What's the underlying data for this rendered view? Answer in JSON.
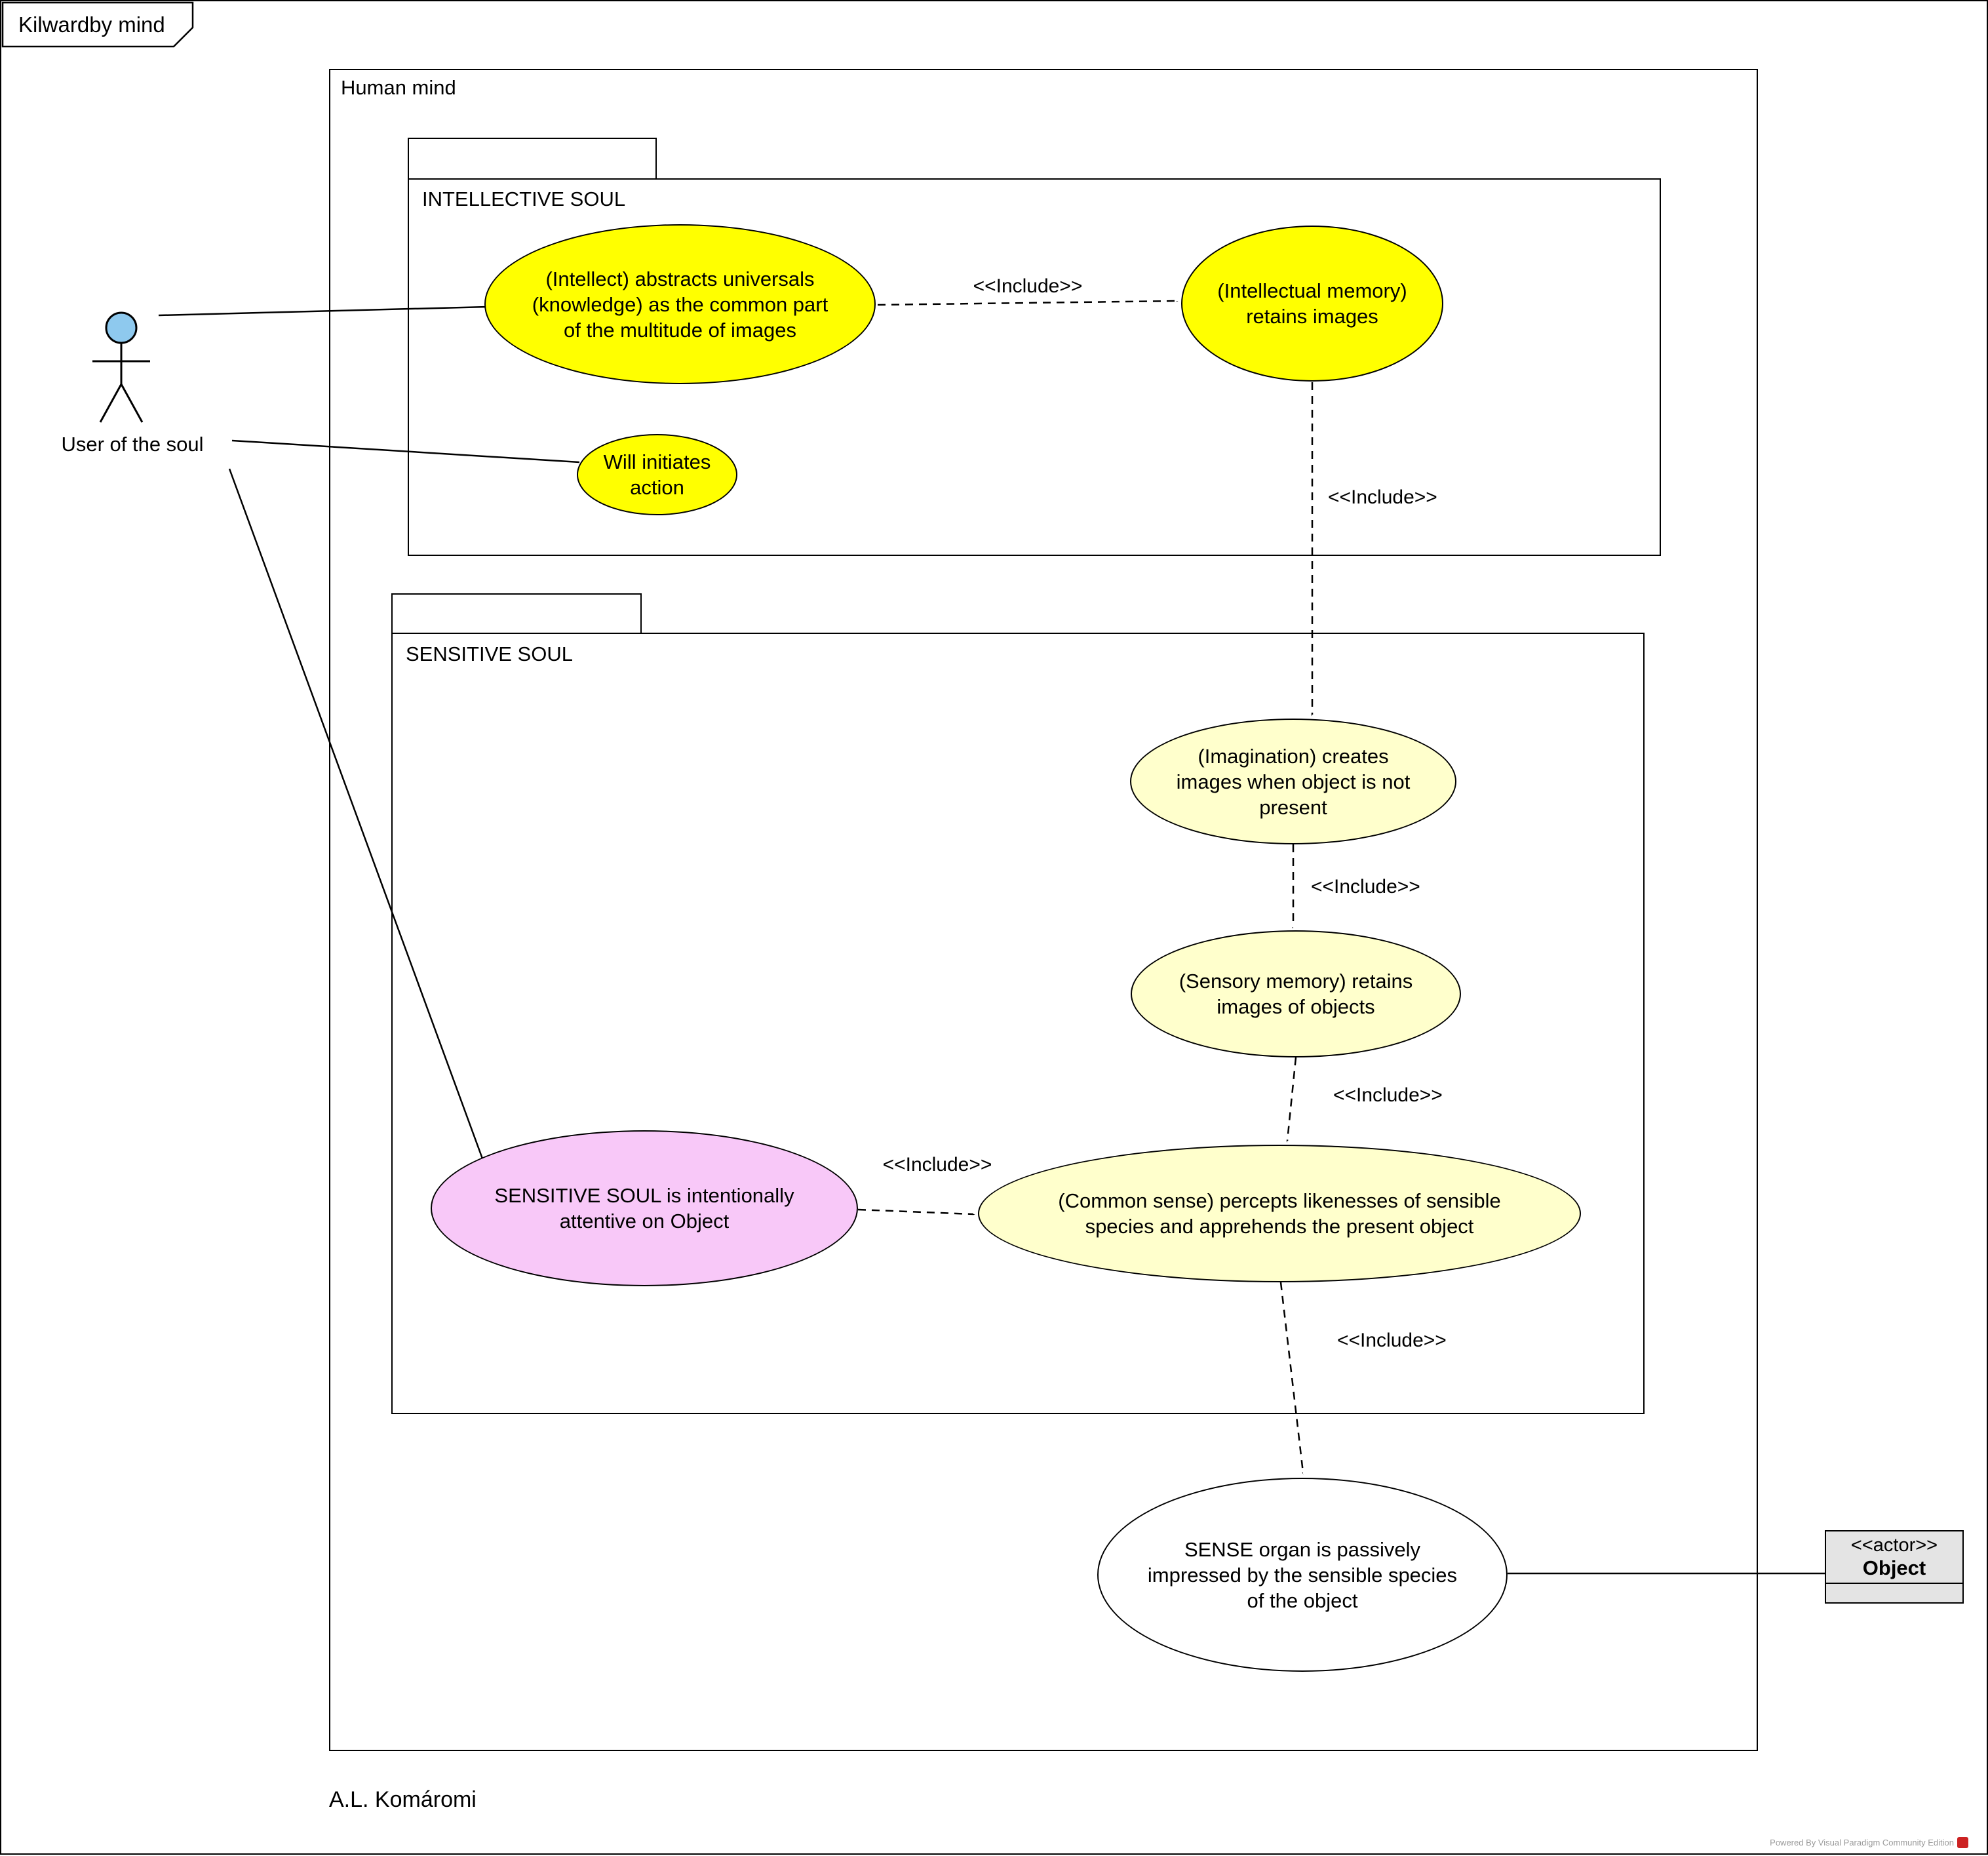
{
  "frame": {
    "title": "Kilwardby mind"
  },
  "boundary": {
    "label": "Human mind"
  },
  "packages": {
    "intellective": {
      "label": "INTELLECTIVE SOUL"
    },
    "sensitive": {
      "label": "SENSITIVE SOUL"
    }
  },
  "actors": {
    "user": {
      "label": "User of the soul"
    },
    "object": {
      "stereotype": "<<actor>>",
      "name": "Object"
    }
  },
  "usecases": {
    "intellect": {
      "lines": [
        "(Intellect) abstracts universals",
        "(knowledge) as the common part",
        "of the multitude of images"
      ]
    },
    "intellectual_memory": {
      "lines": [
        "(Intellectual memory)",
        "retains images"
      ]
    },
    "will": {
      "lines": [
        "Will initiates",
        "action"
      ]
    },
    "imagination": {
      "lines": [
        "(Imagination) creates",
        "images when object is not",
        "present"
      ]
    },
    "sensory_memory": {
      "lines": [
        "(Sensory memory) retains",
        "images of objects"
      ]
    },
    "attentive": {
      "lines": [
        "SENSITIVE SOUL is intentionally",
        "attentive on Object"
      ]
    },
    "common_sense": {
      "lines": [
        "(Common sense) percepts likenesses of sensible",
        "species and apprehends the present object"
      ]
    },
    "sense_organ": {
      "lines": [
        "SENSE organ is passively",
        "impressed by the sensible species",
        "of the object"
      ]
    }
  },
  "labels": {
    "include": "<<Include>>"
  },
  "footer": {
    "author": "A.L. Komáromi",
    "watermark": "Powered By  Visual Paradigm Community Edition"
  },
  "colors": {
    "usecase_yellow": "#FFFF00",
    "usecase_cream": "#FFFFCC",
    "usecase_pink": "#F8C8F8",
    "usecase_white": "#FFFFFF",
    "actor_head": "#8EC9EE",
    "object_box_bg": "#E4E4E4"
  }
}
